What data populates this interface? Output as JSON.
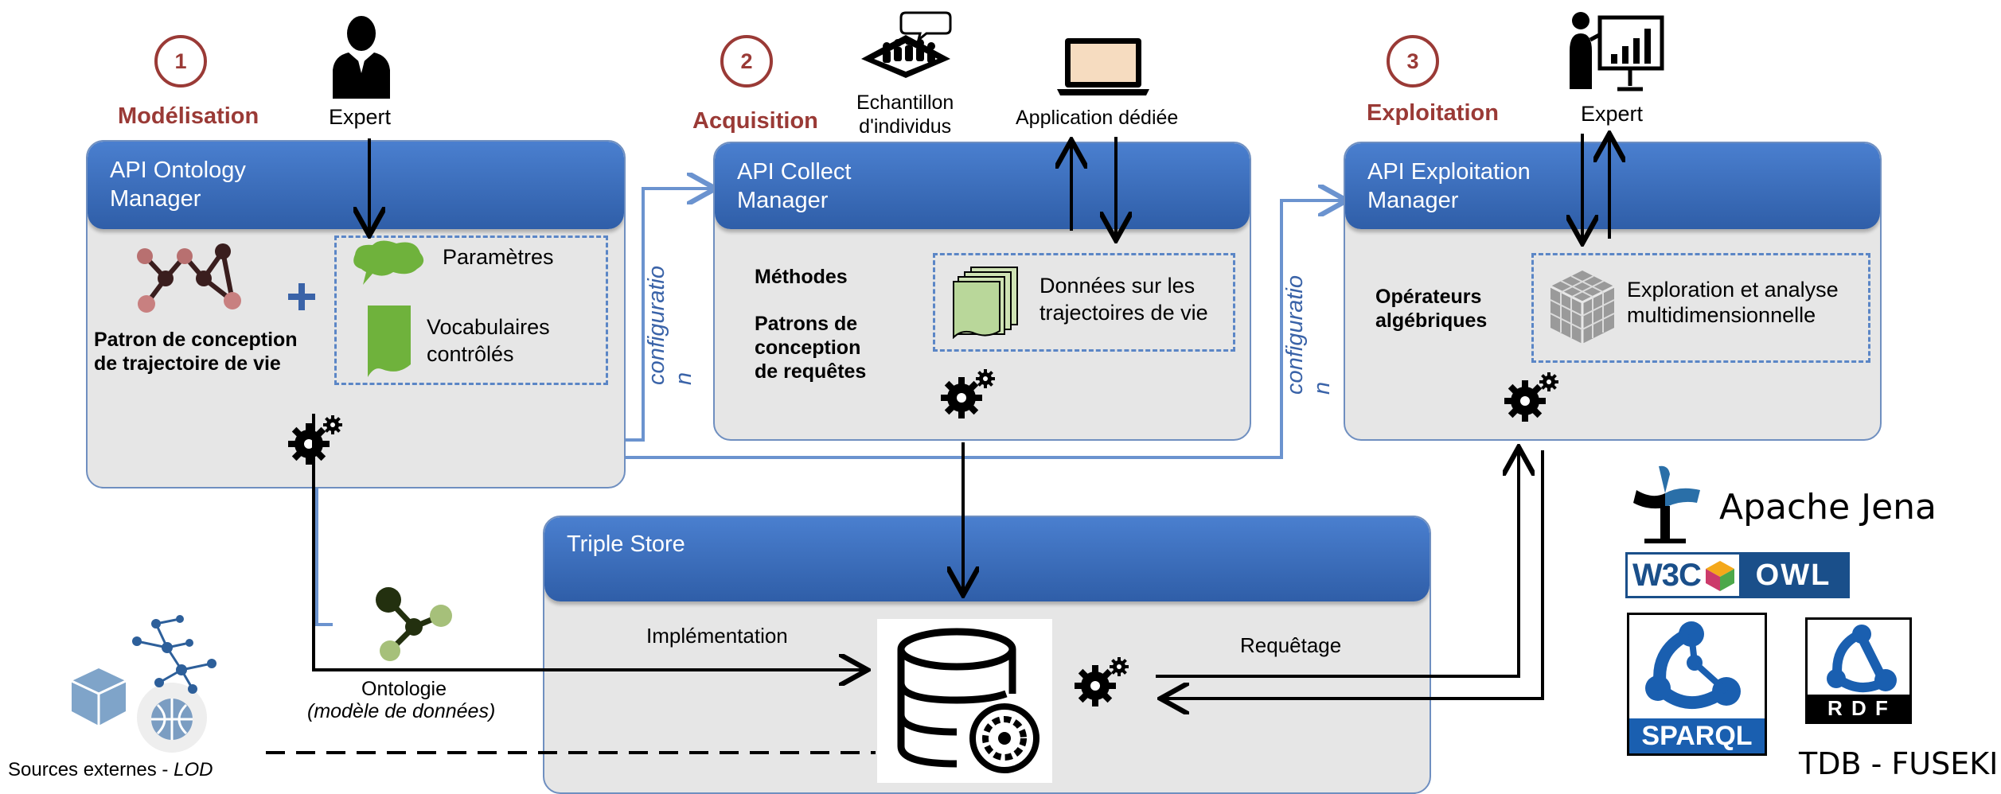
{
  "steps": [
    {
      "number": "1",
      "title": "Modélisation"
    },
    {
      "number": "2",
      "title": "Acquisition"
    },
    {
      "number": "3",
      "title": "Exploitation"
    }
  ],
  "actors": {
    "expert_left": "Expert",
    "sample": "Echantillon\nd'individus",
    "app": "Application dédiée",
    "expert_right": "Expert"
  },
  "panels": {
    "ontology": {
      "title": "API Ontology\nManager",
      "params": "Paramètres",
      "vocab": "Vocabulaires\ncontrôlés",
      "pattern": "Patron de conception\nde trajectoire de vie"
    },
    "collect": {
      "title": "API Collect\nManager",
      "methods": "Méthodes",
      "patterns": "Patrons de\nconception\nde requêtes",
      "data": "Données sur les\ntrajectoires de vie"
    },
    "exploitation": {
      "title": "API Exploitation\nManager",
      "operators": "Opérateurs\nalgébriques",
      "analysis": "Exploration et analyse\nmultidimensionnelle"
    },
    "triplestore": {
      "title": "Triple Store",
      "implementation": "Implémentation",
      "querying": "Requêtage"
    }
  },
  "config_label_1": "configuratio\nn",
  "config_label_2": "configuratio\nn",
  "ontology_label": "Ontologie",
  "ontology_sublabel": "(modèle de données)",
  "sources_label": "Sources externes - ",
  "sources_lod": "LOD",
  "logos": {
    "jena": "Apache Jena",
    "w3c": "W3C",
    "owl": "OWL",
    "sparql": "SPARQL",
    "rdf": "R D F",
    "tdb": "TDB - FUSEKI"
  },
  "colors": {
    "accent_red": "#9a3a36",
    "panel_blue": "#2f5ea8",
    "dashed_blue": "#5b86c6"
  }
}
